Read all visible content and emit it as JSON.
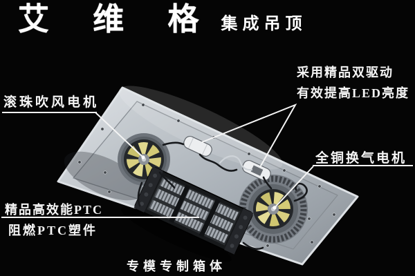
{
  "title": {
    "brand": "艾 维 格",
    "product": "集成吊顶"
  },
  "callouts": {
    "blower": {
      "label": "滚珠吹风电机"
    },
    "led_driver": {
      "line1": "采用精品双驱动",
      "line2": "有效提高LED亮度"
    },
    "vent": {
      "label": "全铜换气电机"
    },
    "ptc": {
      "label": "精品高效能PTC"
    },
    "ptc_plastic": {
      "label": "阻燃PTC塑件"
    },
    "box": {
      "label": "专模专制箱体"
    }
  },
  "photo_parts": [
    "base-panel",
    "blower-fan",
    "vent-fan",
    "ptc-heater",
    "led-driver-1",
    "led-driver-2"
  ],
  "colors": {
    "background": "#050505",
    "text": "#ffffff",
    "callout_line": "#f4f4f4",
    "panel_light": "#dde1e5",
    "panel_dark": "#868d94",
    "fan_blade_yellow": "#d8ce7e",
    "ptc_frame": "#17191b"
  }
}
